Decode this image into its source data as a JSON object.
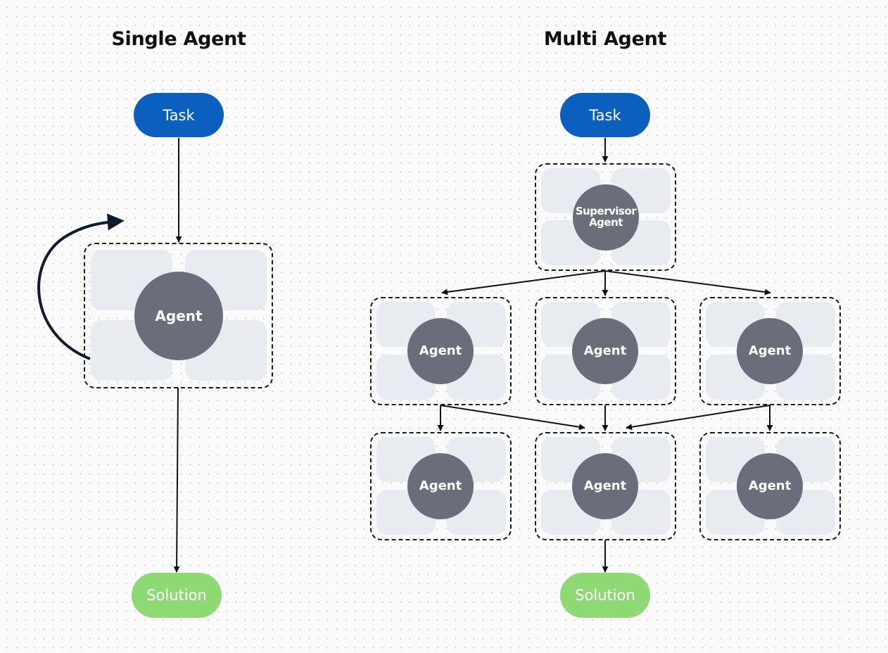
{
  "colors": {
    "task": "#0a5fbf",
    "solution": "#8ed974",
    "agent_circle": "#6a6e7a",
    "agent_tile": "#e8ebf0",
    "border": "#1a1a1a",
    "arrow": "#111111",
    "loop_arrow": "#0f1b2d"
  },
  "single": {
    "title": "Single Agent",
    "task": "Task",
    "agent": "Agent",
    "solution": "Solution"
  },
  "multi": {
    "title": "Multi Agent",
    "task": "Task",
    "supervisor": "Supervisor Agent",
    "agents_row1": [
      "Agent",
      "Agent",
      "Agent"
    ],
    "agents_row2": [
      "Agent",
      "Agent",
      "Agent"
    ],
    "solution": "Solution"
  }
}
